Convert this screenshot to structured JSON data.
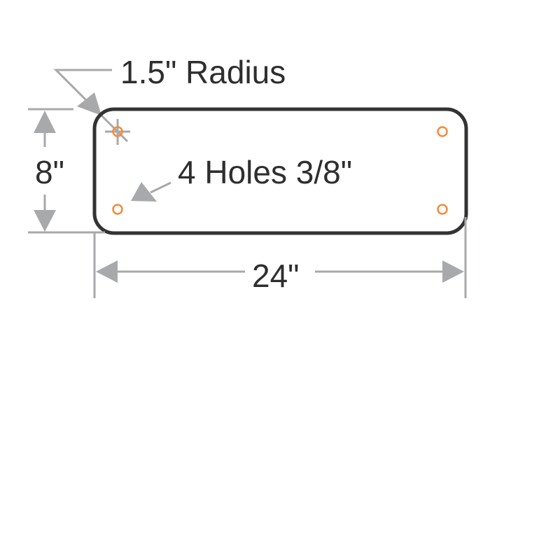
{
  "labels": {
    "radius": "1.5\" Radius",
    "holes": "4 Holes 3/8\"",
    "height": "8\"",
    "width": "24\""
  },
  "colors": {
    "sign_border": "#333333",
    "hole": "#f58a3a",
    "dimension": "#a8a9ab",
    "text": "#2e2e2e"
  }
}
